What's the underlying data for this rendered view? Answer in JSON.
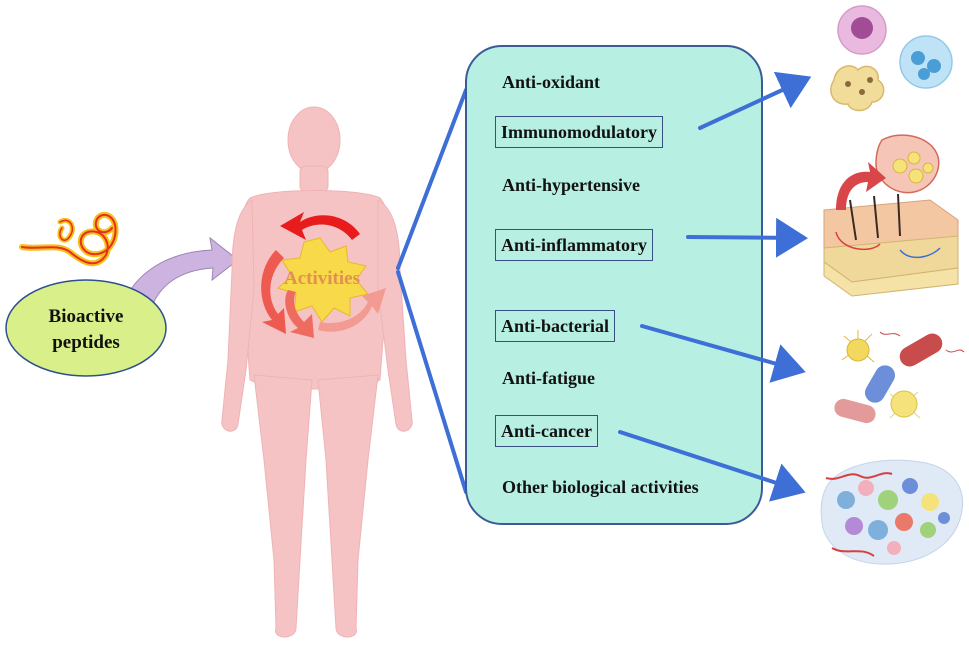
{
  "bioactive": {
    "line1": "Bioactive",
    "line2": "peptides"
  },
  "center": {
    "label": "Activities"
  },
  "activities": [
    {
      "label": "Anti-oxidant",
      "boxed": false
    },
    {
      "label": "Immunomodulatory",
      "boxed": true
    },
    {
      "label": "Anti-hypertensive",
      "boxed": false
    },
    {
      "label": "Anti-inflammatory",
      "boxed": true
    },
    {
      "label": "Anti-bacterial",
      "boxed": true
    },
    {
      "label": "Anti-fatigue",
      "boxed": false
    },
    {
      "label": "Anti-cancer",
      "boxed": true
    },
    {
      "label": "Other biological activities",
      "boxed": false
    }
  ],
  "colors": {
    "panel_fill": "#b7f0e2",
    "panel_border": "#3a5a98",
    "arrow_blue": "#3d6fd6",
    "body_pink": "#f6c3c4",
    "ellipse_fill": "#d9ef8a",
    "star_fill": "#f7d94a",
    "activity_text": "#e2904e"
  },
  "icons": [
    "peptide-chain-icon",
    "immune-cells-icon",
    "skin-inflammation-icon",
    "bacteria-icon",
    "tumor-tissue-icon"
  ]
}
